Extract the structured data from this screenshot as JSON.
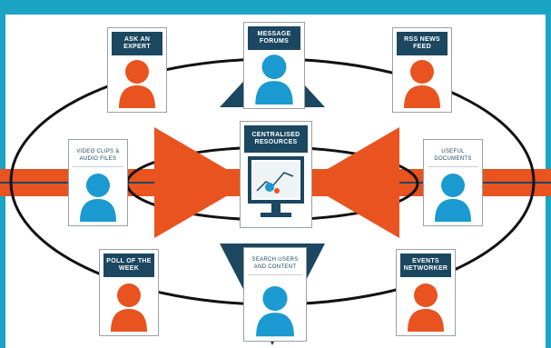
{
  "center": {
    "label": "CENTRALISED RESOURCES"
  },
  "nodes": [
    {
      "id": "ask-an-expert",
      "label": "ASK AN EXPERT",
      "figure_color": "#e8531f",
      "header_style": "dark"
    },
    {
      "id": "message-forums",
      "label": "MESSAGE FORUMS",
      "figure_color": "#1a9ad0",
      "header_style": "dark"
    },
    {
      "id": "rss-news-feed",
      "label": "RSS NEWS FEED",
      "figure_color": "#e8531f",
      "header_style": "dark"
    },
    {
      "id": "video-clips",
      "label": "VIDEO CLIPS & AUDIO FILES",
      "figure_color": "#1a9ad0",
      "header_style": "light"
    },
    {
      "id": "useful-documents",
      "label": "USEFUL DOCUMENTS",
      "figure_color": "#1a9ad0",
      "header_style": "light"
    },
    {
      "id": "poll-of-the-week",
      "label": "POLL OF THE WEEK",
      "figure_color": "#e8531f",
      "header_style": "dark"
    },
    {
      "id": "search-users",
      "label": "SEARCH USERS AND CONTENT",
      "figure_color": "#1a9ad0",
      "header_style": "light"
    },
    {
      "id": "events-networker",
      "label": "EVENTS NETWORKER",
      "figure_color": "#e8531f",
      "header_style": "dark"
    }
  ],
  "colors": {
    "background": "#1aa3c3",
    "orange": "#e8531f",
    "navy": "#1b4760",
    "blue_figure": "#1a9ad0"
  }
}
